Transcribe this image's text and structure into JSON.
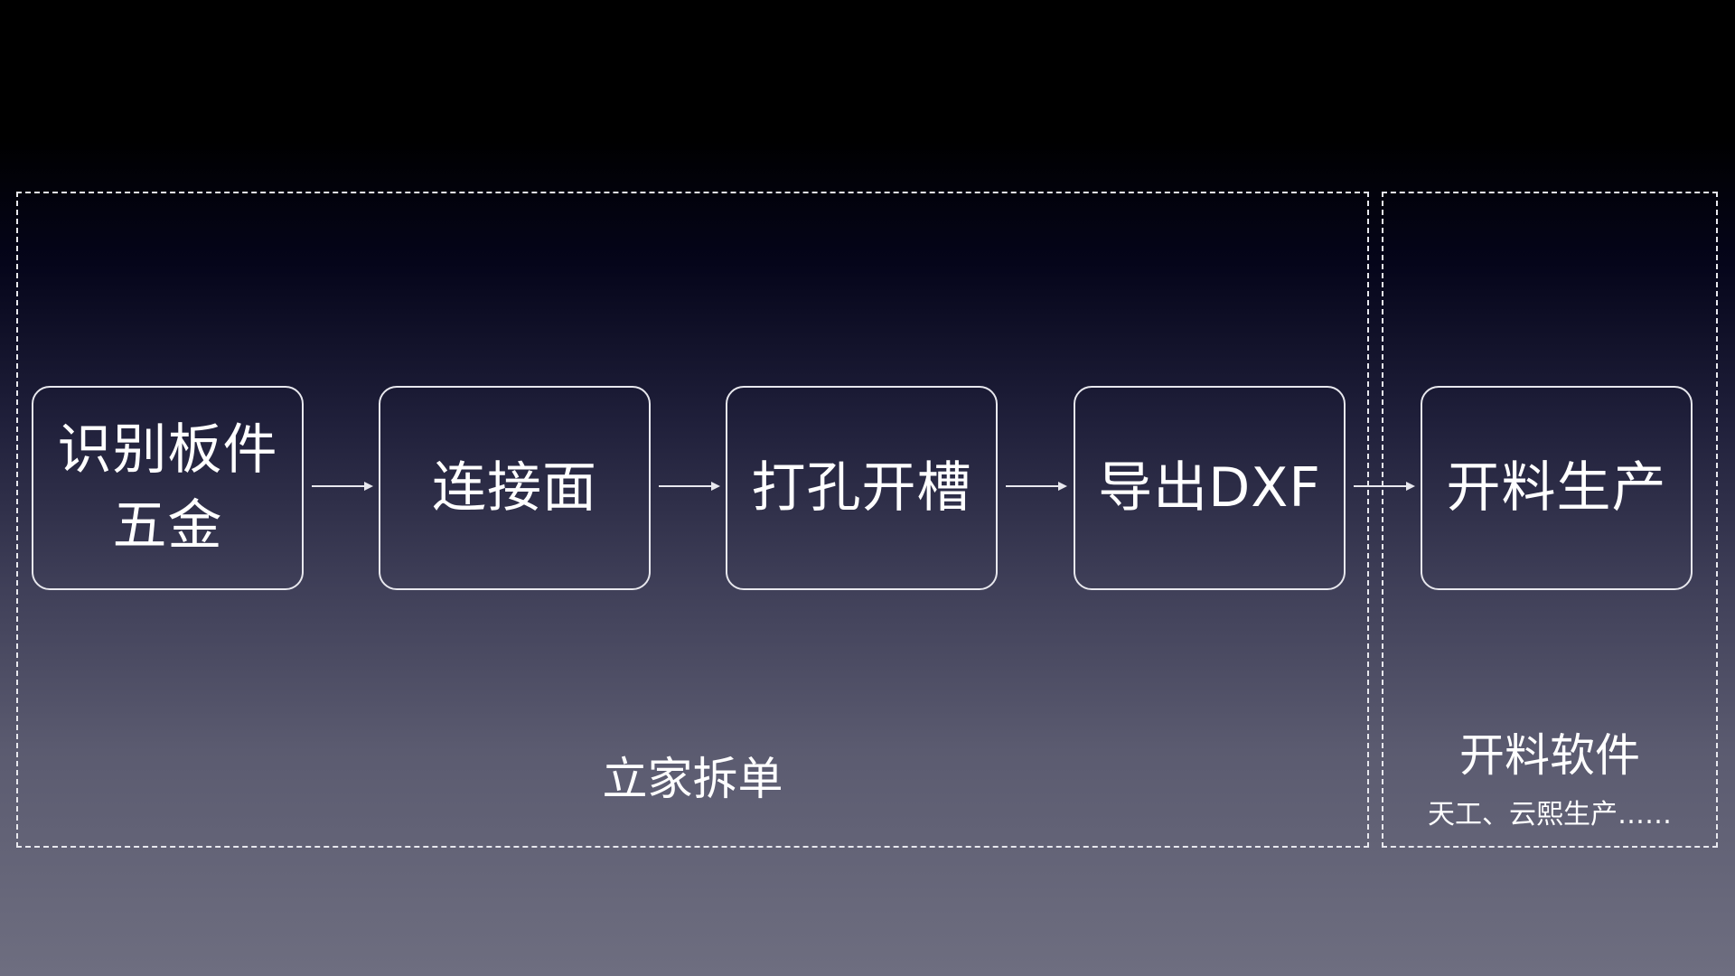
{
  "steps": [
    {
      "label": "识别板件\n五金"
    },
    {
      "label": "连接面"
    },
    {
      "label": "打孔开槽"
    },
    {
      "label": "导出DXF"
    },
    {
      "label": "开料生产"
    }
  ],
  "groups": {
    "left": {
      "label": "立家拆单"
    },
    "right": {
      "label": "开料软件",
      "sublabel": "天工、云熙生产……"
    }
  },
  "colors": {
    "line": "#e8e8ee",
    "text": "#ffffff"
  }
}
